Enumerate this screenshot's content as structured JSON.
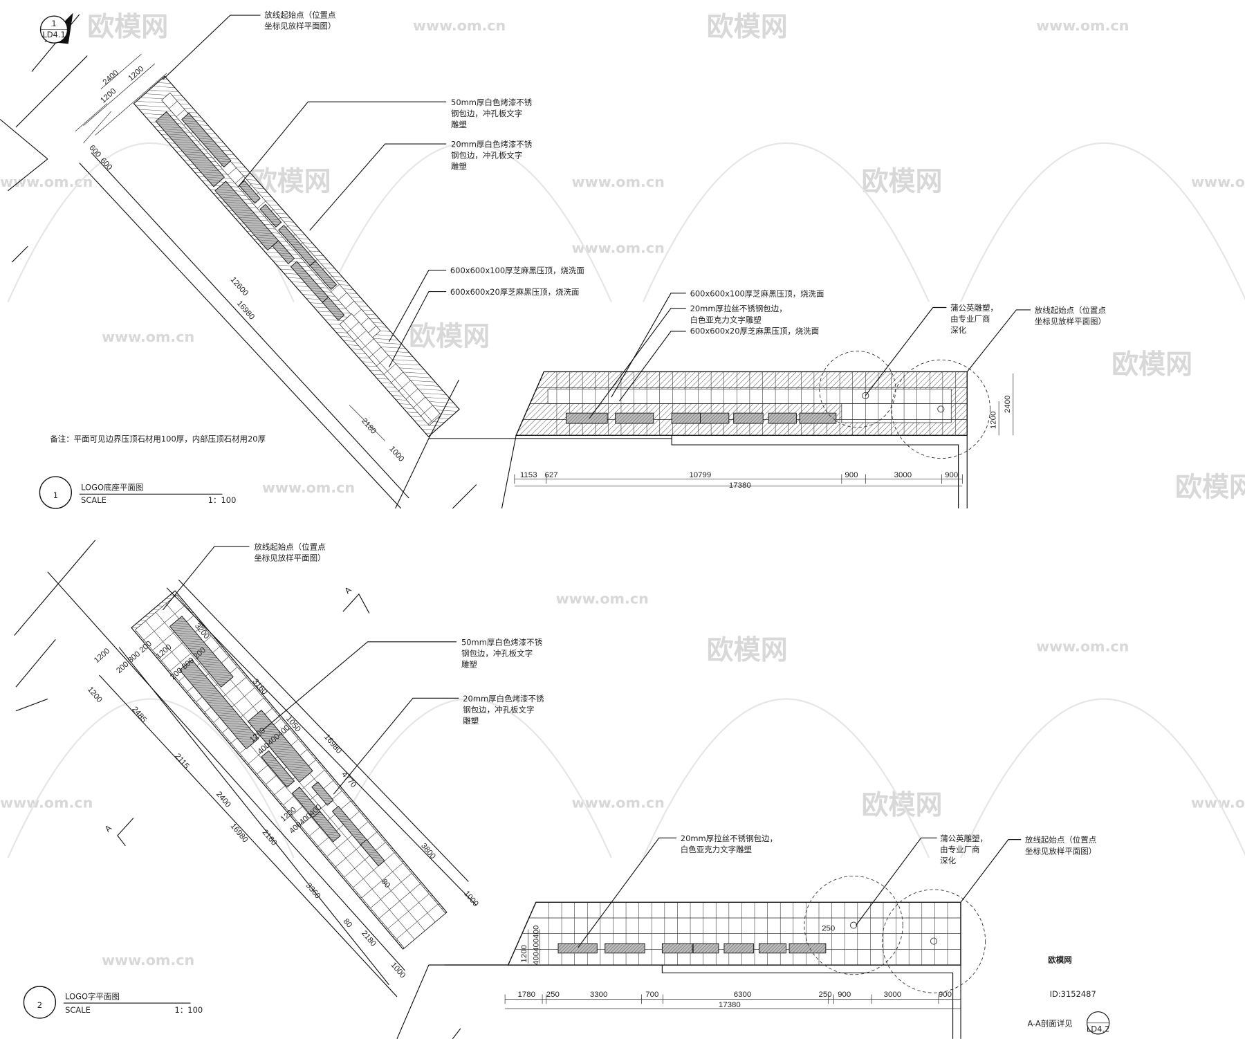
{
  "watermark": {
    "brand": "欧模网",
    "url": "www.om.cn",
    "id": "ID:3152487"
  },
  "section_marks": {
    "top_ref_num": "1",
    "top_ref_sheet": "LD4.1",
    "cut_label": "A",
    "aa_ref_label": "A-A剖面详见",
    "aa_ref_sheet": "LD4.2"
  },
  "plan1": {
    "number": "1",
    "title": "LOGO底座平面图",
    "scale_label": "SCALE",
    "scale_value": "1：100",
    "note": "备注：平面可见边界压顶石材用100厚，内部压顶石材用20厚",
    "callouts": [
      {
        "lines": [
          "放线起始点（位置点",
          "坐标见放样平面图）"
        ]
      },
      {
        "lines": [
          "50mm厚白色烤漆不锈",
          "钢包边，冲孔板文字",
          "雕塑"
        ]
      },
      {
        "lines": [
          "20mm厚白色烤漆不锈",
          "钢包边，冲孔板文字",
          "雕塑"
        ]
      },
      {
        "lines": [
          "600x600x100厚芝麻黑压顶，烧洗面"
        ]
      },
      {
        "lines": [
          "600x600x20厚芝麻黑压顶，烧洗面"
        ]
      }
    ],
    "dims": [
      "2400",
      "1200",
      "1200",
      "600",
      "600",
      "12600",
      "16980",
      "2180",
      "1000"
    ]
  },
  "elev1": {
    "callouts": [
      {
        "lines": [
          "600x600x100厚芝麻黑压顶，烧洗面"
        ]
      },
      {
        "lines": [
          "20mm厚拉丝不锈钢包边，",
          "白色亚克力文字雕塑"
        ]
      },
      {
        "lines": [
          "600x600x20厚芝麻黑压顶，烧洗面"
        ]
      },
      {
        "lines": [
          "蒲公英雕塑，",
          "由专业厂商",
          "深化"
        ]
      },
      {
        "lines": [
          "放线起始点（位置点",
          "坐标见放样平面图）"
        ]
      }
    ],
    "dims": [
      "1153",
      "627",
      "10799",
      "900",
      "3000",
      "900",
      "17380",
      "1200",
      "2400"
    ]
  },
  "plan2": {
    "number": "2",
    "title": "LOGO字平面图",
    "scale_label": "SCALE",
    "scale_value": "1：100",
    "callouts": [
      {
        "lines": [
          "放线起始点（位置点",
          "坐标见放样平面图）"
        ]
      },
      {
        "lines": [
          "50mm厚白色烤漆不锈",
          "钢包边，冲孔板文字",
          "雕塑"
        ]
      },
      {
        "lines": [
          "20mm厚白色烤漆不锈",
          "钢包边，冲孔板文字",
          "雕塑"
        ]
      }
    ],
    "dims": [
      "3200",
      "1200",
      "200 800 200",
      "1200",
      "1200",
      "200 800 200",
      "3160",
      "2485",
      "1050",
      "2115",
      "16980",
      "1200",
      "400400400",
      "2400",
      "4770",
      "1200",
      "400400400",
      "16980",
      "2160",
      "3800",
      "3360",
      "80",
      "80",
      "2180",
      "1000",
      "1000"
    ]
  },
  "elev2": {
    "callouts": [
      {
        "lines": [
          "20mm厚拉丝不锈钢包边，",
          "白色亚克力文字雕塑"
        ]
      },
      {
        "lines": [
          "蒲公英雕塑，",
          "由专业厂商",
          "深化"
        ]
      },
      {
        "lines": [
          "放线起始点（位置点",
          "坐标见放样平面图）"
        ]
      }
    ],
    "dims": [
      "1780",
      "250",
      "3300",
      "700",
      "6300",
      "250",
      "900",
      "3000",
      "900",
      "17380",
      "1200",
      "400400400",
      "250"
    ]
  }
}
